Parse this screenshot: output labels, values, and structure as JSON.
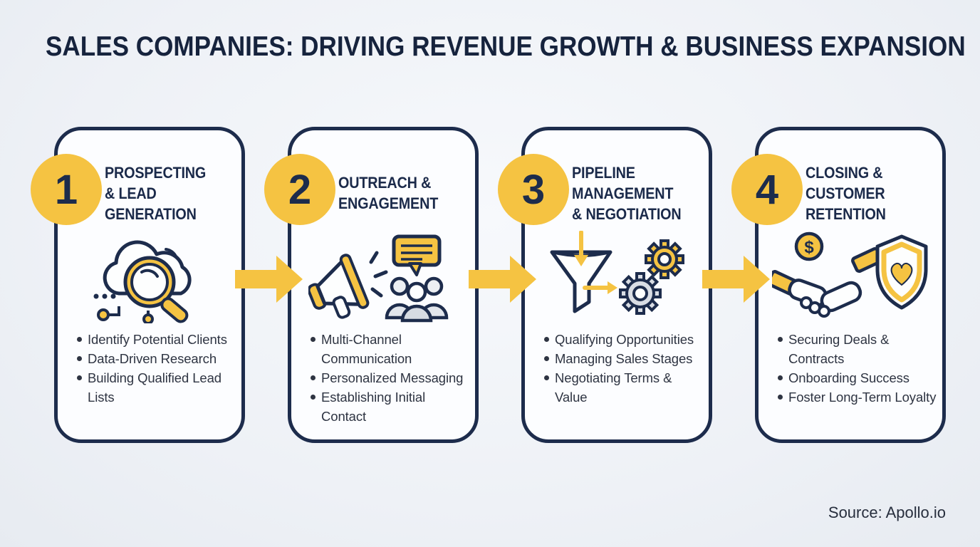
{
  "title": "SALES COMPANIES: DRIVING REVENUE GROWTH & BUSINESS EXPANSION",
  "source": "Source: Apollo.io",
  "colors": {
    "navy": "#1d2c4c",
    "yellow": "#f5c342",
    "gray_fill": "#e2e6ec",
    "card_bg": "#fcfdff",
    "page_bg": "#eef1f6",
    "bullet_text": "#2e3442"
  },
  "steps": [
    {
      "number": "1",
      "title": "PROSPECTING\n& LEAD\nGENERATION",
      "icon": "cloud-search-icon",
      "bullets": [
        "Identify Potential Clients",
        "Data-Driven Research",
        "Building Qualified Lead Lists"
      ]
    },
    {
      "number": "2",
      "title": "OUTREACH &\nENGAGEMENT",
      "icon": "megaphone-audience-icon",
      "bullets": [
        "Multi-Channel Communication",
        "Personalized Messaging",
        "Establishing Initial Contact"
      ]
    },
    {
      "number": "3",
      "title": "PIPELINE\nMANAGEMENT\n& NEGOTIATION",
      "icon": "funnel-gears-icon",
      "bullets": [
        "Qualifying Opportunities",
        "Managing Sales Stages",
        "Negotiating Terms & Value"
      ]
    },
    {
      "number": "4",
      "title": "CLOSING &\nCUSTOMER\nRETENTION",
      "icon": "handshake-shield-icon",
      "bullets": [
        "Securing Deals & Contracts",
        "Onboarding Success",
        "Foster Long-Term Loyalty"
      ]
    }
  ]
}
